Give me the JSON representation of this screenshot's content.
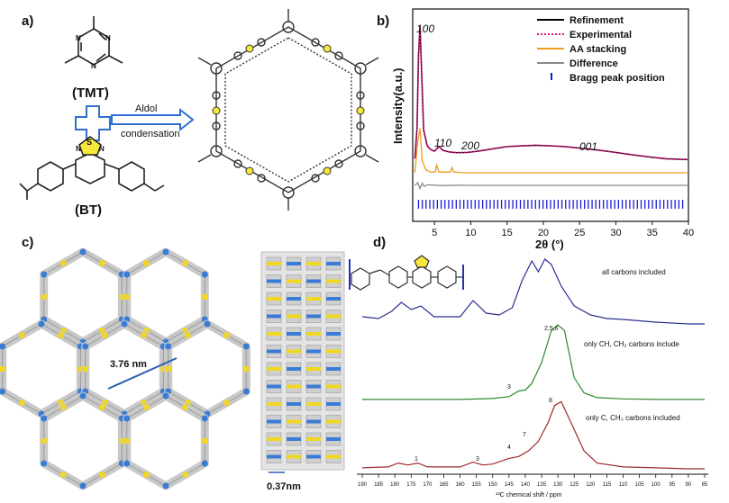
{
  "panels": {
    "a": "a)",
    "b": "b)",
    "c": "c)",
    "d": "d)"
  },
  "panel_a": {
    "tmt_label": "(TMT)",
    "bt_label": "(BT)",
    "arrow_top": "Aldol",
    "arrow_bottom": "condensation",
    "s_atom": "S",
    "n_atom": "N"
  },
  "panel_c": {
    "pore_size": "3.76 nm",
    "layer_spacing": "0.37nm"
  },
  "chart_data": [
    {
      "type": "line",
      "panel": "b",
      "xlabel": "2θ (°)",
      "ylabel": "Intensity(a.u.)",
      "xlim": [
        2,
        40
      ],
      "xticks": [
        5,
        10,
        15,
        20,
        25,
        30,
        35,
        40
      ],
      "peak_labels": [
        "100",
        "110",
        "200",
        "001"
      ],
      "legend": {
        "placement": "top-right",
        "entries": [
          {
            "name": "Refinement",
            "color": "#000000",
            "style": "solid"
          },
          {
            "name": "Experimental",
            "color": "#e0108a",
            "style": "dotted"
          },
          {
            "name": "AA stacking",
            "color": "#f39a1e",
            "style": "solid"
          },
          {
            "name": "Difference",
            "color": "#8a8a8a",
            "style": "solid"
          },
          {
            "name": "Bragg peak position",
            "color": "#1a1ad6",
            "style": "tick"
          }
        ]
      },
      "series": [
        {
          "name": "Experimental",
          "color": "#e0108a",
          "x": [
            2.3,
            2.6,
            2.8,
            3.0,
            3.2,
            3.5,
            4.0,
            4.5,
            5.0,
            5.6,
            6.2,
            7.0,
            8.0,
            9.5,
            11,
            13,
            15,
            17,
            19,
            21,
            23,
            25,
            27,
            29,
            31,
            33,
            35,
            37,
            40
          ],
          "y": [
            0.5,
            2.5,
            7.2,
            9.2,
            6.5,
            2.4,
            1.35,
            1.1,
            1.0,
            1.3,
            1.05,
            0.95,
            0.9,
            0.92,
            1.0,
            1.15,
            1.3,
            1.35,
            1.38,
            1.35,
            1.3,
            1.2,
            1.1,
            0.98,
            0.85,
            0.72,
            0.6,
            0.5,
            0.45
          ]
        },
        {
          "name": "AA stacking",
          "color": "#f39a1e",
          "x": [
            2.3,
            2.7,
            3.0,
            3.3,
            3.8,
            4.5,
            5.1,
            5.3,
            5.6,
            6.5,
            7.2,
            7.4,
            7.7,
            9,
            12,
            15,
            20,
            25,
            30,
            35,
            40
          ],
          "y": [
            0.0,
            2.0,
            2.9,
            0.8,
            0.2,
            0.05,
            0.05,
            0.5,
            0.05,
            0.05,
            0.05,
            0.35,
            0.05,
            0.0,
            0.0,
            0.0,
            0.0,
            0.0,
            0.0,
            0.0,
            0.0
          ]
        },
        {
          "name": "Difference",
          "color": "#8a8a8a",
          "x": [
            2.3,
            2.7,
            3.0,
            3.3,
            3.6,
            4.0,
            5,
            6,
            8,
            10,
            15,
            20,
            25,
            30,
            35,
            40
          ],
          "y": [
            0.0,
            0.25,
            -0.3,
            0.2,
            -0.1,
            0.05,
            0.02,
            -0.02,
            0.01,
            0.0,
            0.0,
            0.0,
            0.0,
            0.0,
            0.0,
            0.0
          ]
        }
      ]
    },
    {
      "type": "line",
      "panel": "d",
      "xlabel": "¹³C chemical shift / ppm",
      "xlim": [
        190,
        85
      ],
      "xticks": [
        190,
        185,
        180,
        175,
        170,
        165,
        160,
        155,
        150,
        145,
        140,
        135,
        130,
        125,
        120,
        115,
        110,
        105,
        100,
        95,
        90,
        85
      ],
      "annotations": [
        "1",
        "3",
        "4",
        "7",
        "8",
        "2,5,6",
        "3"
      ],
      "series": [
        {
          "name": "all carbons included",
          "color": "#2a2f8f",
          "x": [
            190,
            185,
            181,
            178,
            175,
            172,
            168,
            160,
            156,
            152,
            148,
            144,
            141,
            138,
            136,
            134,
            132,
            129,
            125,
            120,
            115,
            110,
            100,
            90,
            85
          ],
          "y": [
            0.5,
            0.4,
            0.8,
            1.3,
            0.9,
            1.1,
            0.5,
            0.5,
            1.4,
            0.7,
            0.6,
            1.0,
            2.5,
            3.6,
            3.0,
            3.7,
            3.4,
            2.2,
            1.1,
            0.6,
            0.4,
            0.35,
            0.2,
            0.1,
            0.1
          ]
        },
        {
          "name": "only CH, CH₂ carbons include",
          "color": "#2e8a2e",
          "x": [
            190,
            175,
            160,
            150,
            145,
            142,
            140,
            138,
            135,
            132,
            130,
            128,
            125,
            122,
            118,
            110,
            100,
            90,
            85
          ],
          "y": [
            0.05,
            0.05,
            0.05,
            0.1,
            0.2,
            0.5,
            0.55,
            0.9,
            2.0,
            3.7,
            4.0,
            3.7,
            1.2,
            0.4,
            0.15,
            0.08,
            0.05,
            0.05,
            0.05
          ]
        },
        {
          "name": "only C, CH₃ carbons included",
          "color": "#9b2a2a",
          "x": [
            190,
            182,
            179,
            176,
            173,
            170,
            160,
            156,
            153,
            150,
            145,
            142,
            139,
            136,
            133,
            131,
            129,
            126,
            122,
            118,
            110,
            100,
            90,
            85
          ],
          "y": [
            0.1,
            0.15,
            0.35,
            0.25,
            0.35,
            0.15,
            0.15,
            0.4,
            0.25,
            0.3,
            0.6,
            0.7,
            1.0,
            1.5,
            2.5,
            3.4,
            3.6,
            2.5,
            1.0,
            0.35,
            0.15,
            0.1,
            0.05,
            0.05
          ]
        }
      ]
    }
  ]
}
